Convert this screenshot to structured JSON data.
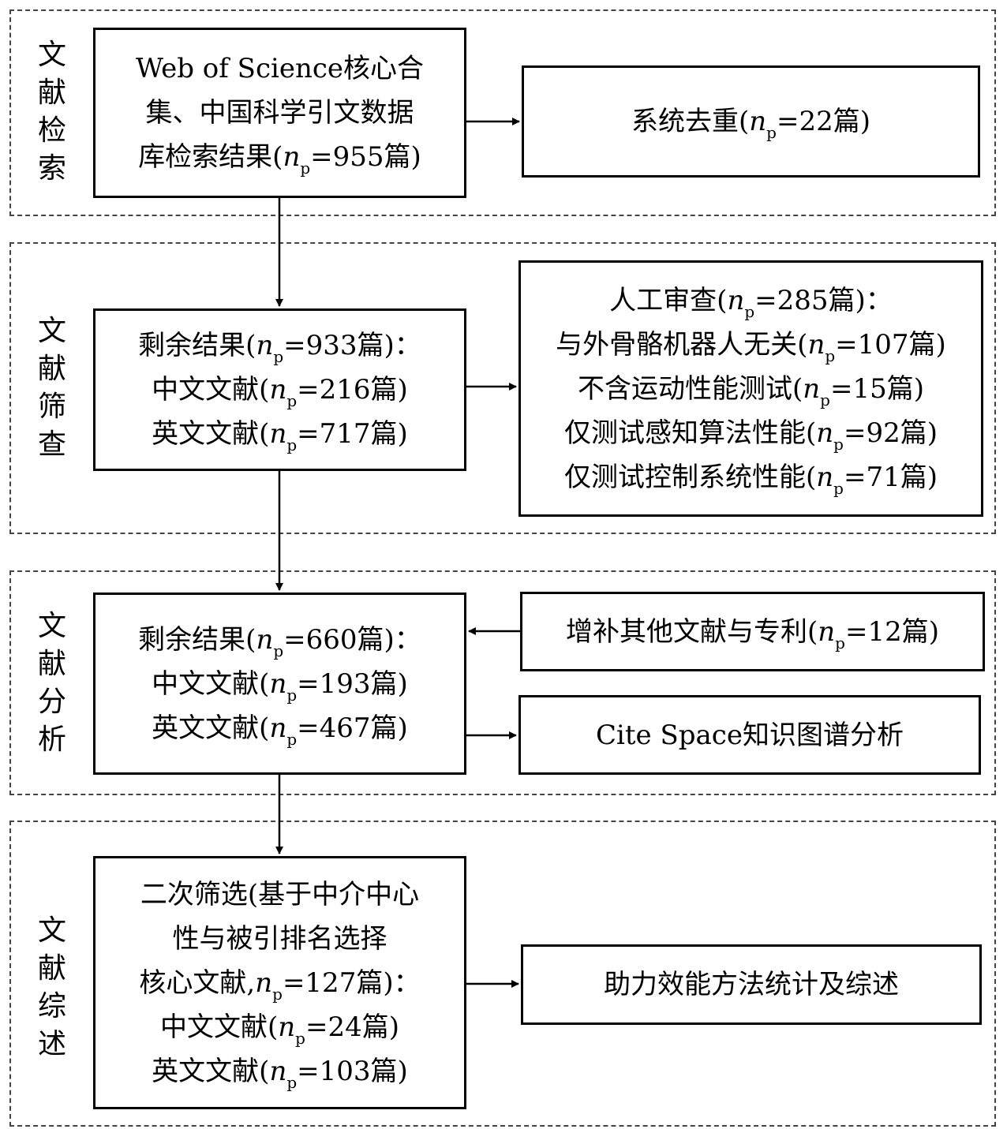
{
  "stages": [
    {
      "label": [
        "文",
        "献",
        "检",
        "索"
      ],
      "main_box": [
        [
          {
            "t": "Web of Science核心合"
          }
        ],
        [
          {
            "t": "集、中国科学引文数据"
          }
        ],
        [
          {
            "t": "库检索结果("
          },
          {
            "t": "n",
            "i": true
          },
          {
            "t": "p",
            "sub": true
          },
          {
            "t": "=955篇)"
          }
        ]
      ],
      "side_boxes": [
        [
          [
            {
              "t": "系统去重("
            },
            {
              "t": "n",
              "i": true
            },
            {
              "t": "p",
              "sub": true
            },
            {
              "t": "=22篇)"
            }
          ]
        ]
      ]
    },
    {
      "label": [
        "文",
        "献",
        "筛",
        "查"
      ],
      "main_box": [
        [
          {
            "t": "剩余结果("
          },
          {
            "t": "n",
            "i": true
          },
          {
            "t": "p",
            "sub": true
          },
          {
            "t": "=933篇)："
          }
        ],
        [
          {
            "t": "中文文献("
          },
          {
            "t": "n",
            "i": true
          },
          {
            "t": "p",
            "sub": true
          },
          {
            "t": "=216篇)"
          }
        ],
        [
          {
            "t": "英文文献("
          },
          {
            "t": "n",
            "i": true
          },
          {
            "t": "p",
            "sub": true
          },
          {
            "t": "=717篇)"
          }
        ]
      ],
      "side_boxes": [
        [
          [
            {
              "t": "人工审查("
            },
            {
              "t": "n",
              "i": true
            },
            {
              "t": "p",
              "sub": true
            },
            {
              "t": "=285篇)："
            }
          ],
          [
            {
              "t": "与外骨骼机器人无关("
            },
            {
              "t": "n",
              "i": true
            },
            {
              "t": "p",
              "sub": true
            },
            {
              "t": "=107篇)"
            }
          ],
          [
            {
              "t": "不含运动性能测试("
            },
            {
              "t": "n",
              "i": true
            },
            {
              "t": "p",
              "sub": true
            },
            {
              "t": "=15篇)"
            }
          ],
          [
            {
              "t": "仅测试感知算法性能("
            },
            {
              "t": "n",
              "i": true
            },
            {
              "t": "p",
              "sub": true
            },
            {
              "t": "=92篇)"
            }
          ],
          [
            {
              "t": "仅测试控制系统性能("
            },
            {
              "t": "n",
              "i": true
            },
            {
              "t": "p",
              "sub": true
            },
            {
              "t": "=71篇)"
            }
          ]
        ]
      ]
    },
    {
      "label": [
        "文",
        "献",
        "分",
        "析"
      ],
      "main_box": [
        [
          {
            "t": "剩余结果("
          },
          {
            "t": "n",
            "i": true
          },
          {
            "t": "p",
            "sub": true
          },
          {
            "t": "=660篇)："
          }
        ],
        [
          {
            "t": "中文文献("
          },
          {
            "t": "n",
            "i": true
          },
          {
            "t": "p",
            "sub": true
          },
          {
            "t": "=193篇)"
          }
        ],
        [
          {
            "t": "英文文献("
          },
          {
            "t": "n",
            "i": true
          },
          {
            "t": "p",
            "sub": true
          },
          {
            "t": "=467篇)"
          }
        ]
      ],
      "side_boxes": [
        [
          [
            {
              "t": "增补其他文献与专利("
            },
            {
              "t": "n",
              "i": true
            },
            {
              "t": "p",
              "sub": true
            },
            {
              "t": "=12篇)"
            }
          ]
        ],
        [
          [
            {
              "t": "Cite Space知识图谱分析"
            }
          ]
        ]
      ]
    },
    {
      "label": [
        "文",
        "献",
        "综",
        "述"
      ],
      "main_box": [
        [
          {
            "t": "二次筛选(基于中介中心"
          }
        ],
        [
          {
            "t": "性与被引排名选择"
          }
        ],
        [
          {
            "t": "核心文献,"
          },
          {
            "t": "n",
            "i": true
          },
          {
            "t": "p",
            "sub": true
          },
          {
            "t": "=127篇)："
          }
        ],
        [
          {
            "t": "中文文献("
          },
          {
            "t": "n",
            "i": true
          },
          {
            "t": "p",
            "sub": true
          },
          {
            "t": "=24篇)"
          }
        ],
        [
          {
            "t": "英文文献("
          },
          {
            "t": "n",
            "i": true
          },
          {
            "t": "p",
            "sub": true
          },
          {
            "t": "=103篇)"
          }
        ]
      ],
      "side_boxes": [
        [
          [
            {
              "t": "助力效能方法统计及综述"
            }
          ]
        ]
      ]
    }
  ]
}
